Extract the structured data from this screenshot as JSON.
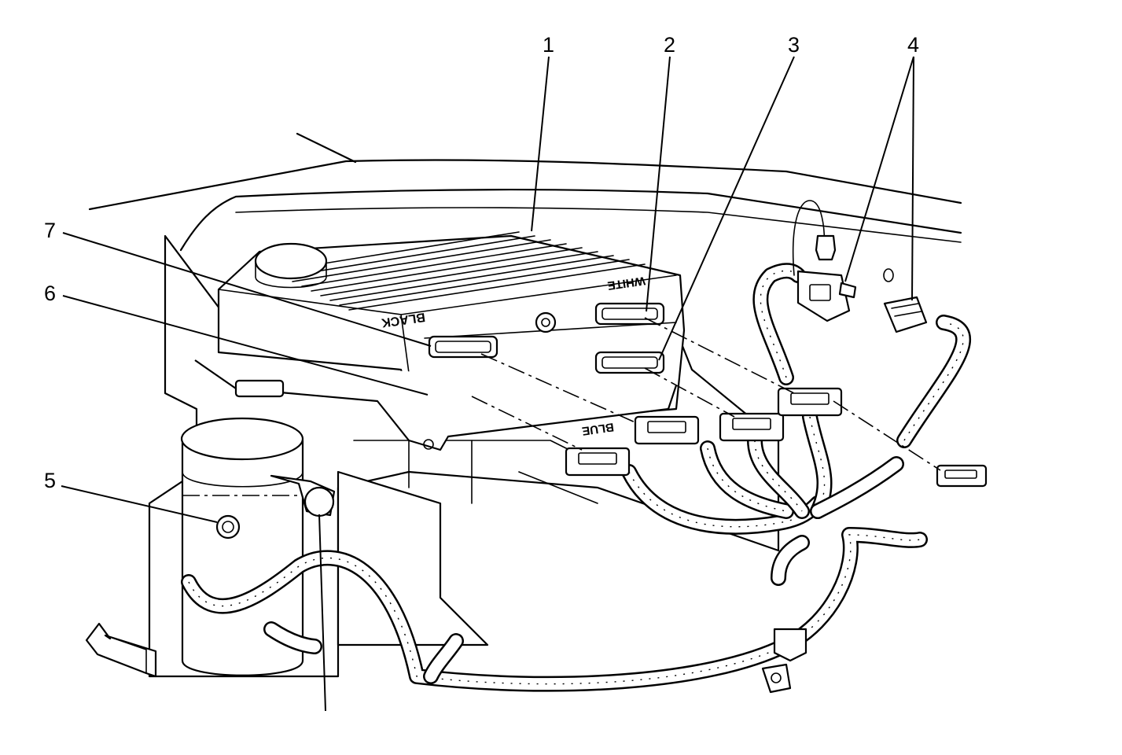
{
  "diagram": {
    "callouts": [
      {
        "id": "1",
        "label": "1"
      },
      {
        "id": "2",
        "label": "2"
      },
      {
        "id": "3",
        "label": "3"
      },
      {
        "id": "4",
        "label": "4"
      },
      {
        "id": "5",
        "label": "5"
      },
      {
        "id": "6",
        "label": "6"
      },
      {
        "id": "7",
        "label": "7"
      }
    ],
    "module_labels": {
      "black": "BLACK",
      "white": "WHITE",
      "blue": "BLUE"
    }
  }
}
